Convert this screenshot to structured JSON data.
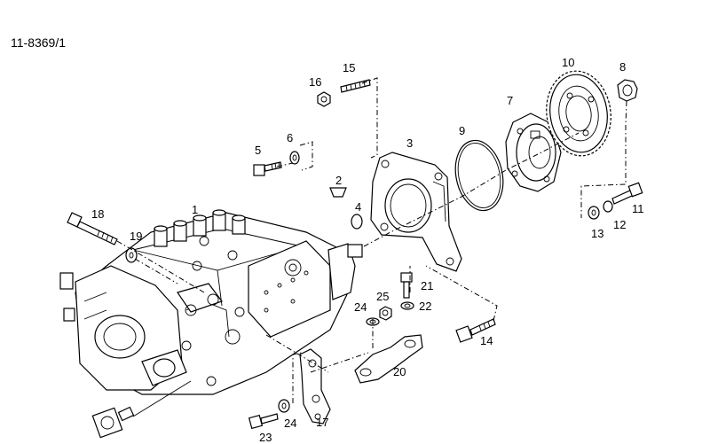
{
  "figure_ref": "11-8369/1",
  "callouts": [
    {
      "id": "c1",
      "text": "1"
    },
    {
      "id": "c2",
      "text": "2"
    },
    {
      "id": "c3",
      "text": "3"
    },
    {
      "id": "c4",
      "text": "4"
    },
    {
      "id": "c5",
      "text": "5"
    },
    {
      "id": "c6",
      "text": "6"
    },
    {
      "id": "c7",
      "text": "7"
    },
    {
      "id": "c8",
      "text": "8"
    },
    {
      "id": "c9",
      "text": "9"
    },
    {
      "id": "c10",
      "text": "10"
    },
    {
      "id": "c11",
      "text": "11"
    },
    {
      "id": "c12",
      "text": "12"
    },
    {
      "id": "c13",
      "text": "13"
    },
    {
      "id": "c14",
      "text": "14"
    },
    {
      "id": "c15",
      "text": "15"
    },
    {
      "id": "c16",
      "text": "16"
    },
    {
      "id": "c17",
      "text": "17"
    },
    {
      "id": "c18",
      "text": "18"
    },
    {
      "id": "c19",
      "text": "19"
    },
    {
      "id": "c20",
      "text": "20"
    },
    {
      "id": "c21",
      "text": "21"
    },
    {
      "id": "c22",
      "text": "22"
    },
    {
      "id": "c23",
      "text": "23"
    },
    {
      "id": "c24a",
      "text": "24"
    },
    {
      "id": "c24b",
      "text": "24"
    },
    {
      "id": "c25",
      "text": "25"
    }
  ]
}
